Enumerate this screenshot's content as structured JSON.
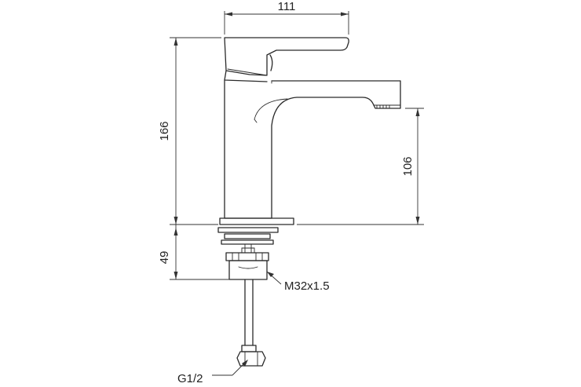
{
  "dimensions": {
    "width_top": "111",
    "height_total": "166",
    "spout_height": "106",
    "below_deck": "49"
  },
  "callouts": {
    "thread": "M32x1.5",
    "connection": "G1/2"
  }
}
